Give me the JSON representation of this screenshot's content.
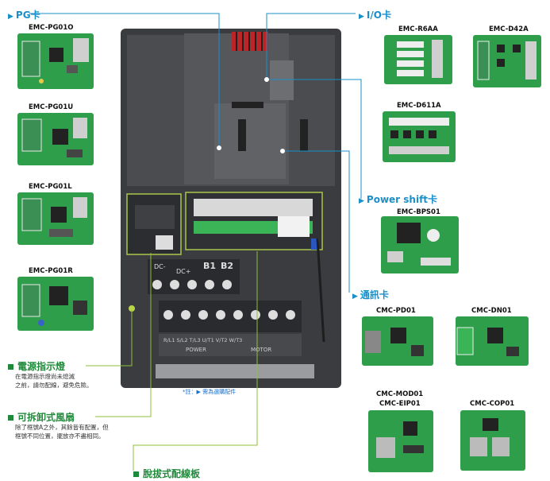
{
  "labels": {
    "pg_card": "PG卡",
    "io_card": "I/O卡",
    "power_shift_card": "Power shift卡",
    "comm_card": "通訊卡",
    "power_indicator": "電源指示燈",
    "removable_fan": "可拆卸式風扇",
    "removable_terminal": "脫拔式配線板"
  },
  "notes": {
    "power_indicator_line1": "在電源指示燈尚未熄滅",
    "power_indicator_line2": "之前，請勿配線，避免危險。",
    "fan_line1": "除了框號A之外，其餘皆有配置，但",
    "fan_line2": "框號不同位置，擺放亦不盡相同。"
  },
  "footnote": "*註：▶ 需為選購配件",
  "cards": {
    "pg01o": "EMC-PG01O",
    "pg01u": "EMC-PG01U",
    "pg01l": "EMC-PG01L",
    "pg01r": "EMC-PG01R",
    "r6aa": "EMC-R6AA",
    "d42a": "EMC-D42A",
    "d611a": "EMC-D611A",
    "bps01": "EMC-BPS01",
    "pd01": "CMC-PD01",
    "dn01": "CMC-DN01",
    "mod01": "CMC-MOD01",
    "eip01": "CMC-EIP01",
    "cop01": "CMC-COP01"
  },
  "drive_terminals": {
    "dc_neg": "DC-",
    "dc_pos": "DC+",
    "b1": "B1",
    "b2": "B2",
    "power": "POWER",
    "motor": "MOTOR",
    "row_main": "R/L1 S/L2 T/L3 U/T1 V/T2 W/T3"
  },
  "colors": {
    "accent_blue": "#1a8fc9",
    "accent_green": "#1f8a3a",
    "pcb_green": "#2f9e4b",
    "drive_gray": "#3a3c3f"
  }
}
